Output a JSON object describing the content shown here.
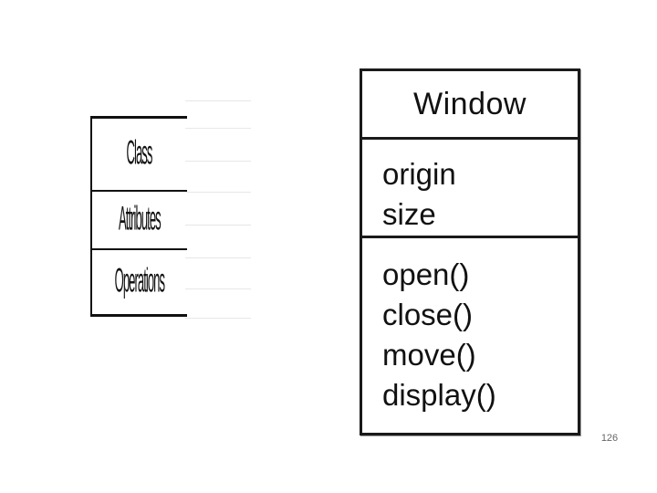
{
  "generic_class": {
    "compartments": [
      "Class",
      "Attributes",
      "Operations"
    ]
  },
  "window_class": {
    "name": "Window",
    "attributes": [
      "origin",
      "size"
    ],
    "operations": [
      "open()",
      "close()",
      "move()",
      "display()"
    ]
  },
  "page_number": "126"
}
